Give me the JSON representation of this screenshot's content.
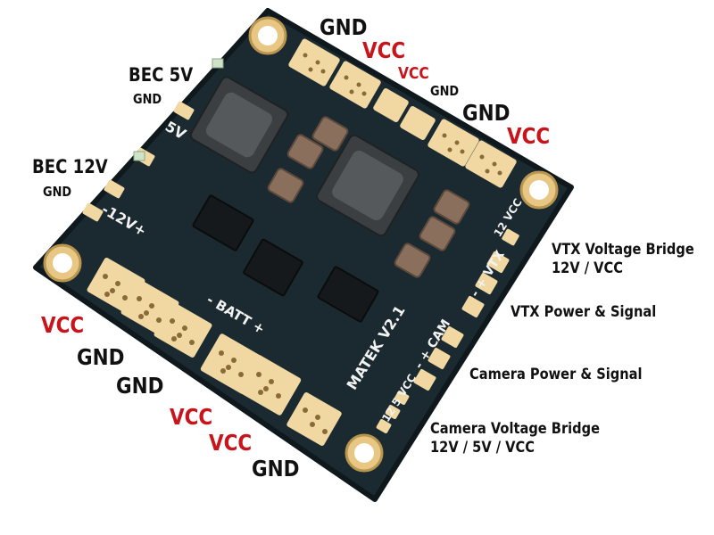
{
  "colors": {
    "pcb": "#1b2a30",
    "pcb_edge": "#0f181c",
    "pad_gold": "#f1d8a2",
    "pad_hole": "#8a6a3a",
    "mount_ring": "#e8c784",
    "accent_red": "#c8141b",
    "label_black": "#111111"
  },
  "labels": {
    "top_gnd": "GND",
    "top_vcc_1": "VCC",
    "top_vcc_2": "VCC",
    "top_gnd_small": "GND",
    "right_gnd": "GND",
    "right_vcc": "VCC",
    "bec5_title": "BEC 5V",
    "bec5_gnd": "GND",
    "bec12_title": "BEC 12V",
    "bec12_gnd": "GND",
    "left_vcc": "VCC",
    "left_gnd_1": "GND",
    "left_gnd_2": "GND",
    "bottom_vcc_1": "VCC",
    "bottom_vcc_2": "VCC",
    "bottom_gnd": "GND",
    "vtx_bridge_line1": "VTX Voltage Bridge",
    "vtx_bridge_line2": "12V / VCC",
    "vtx_power": "VTX Power & Signal",
    "camera_power": "Camera Power & Signal",
    "camera_bridge_line1": "Camera Voltage Bridge",
    "camera_bridge_line2": "12V / 5V / VCC"
  },
  "silkscreen": {
    "five_v": "5V",
    "twelve_v": "-12V+",
    "batt": "- BATT +",
    "model": "MATEK V2.1",
    "cam": "- + CAM",
    "vtx": "- + VTX",
    "vtx_voltage": "12 VCC",
    "cam_voltage": "12 5 VCC"
  }
}
